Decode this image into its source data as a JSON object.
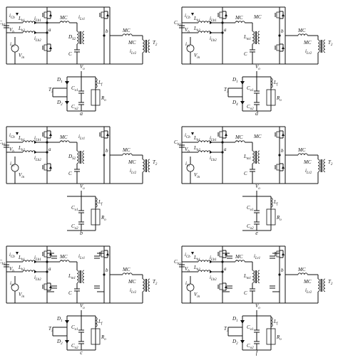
{
  "panels": [
    {
      "caption": "a",
      "top_labels": [
        "i_Cb",
        "C_b1",
        "V_b",
        "L_b1",
        "L_b2",
        "i_Lb1",
        "i_Lb2",
        "i_in",
        "C_S2",
        "MC",
        "i_Lr1",
        "S_2",
        "D_S2",
        "S_1",
        "D_S1",
        "i_S3",
        "L_m1",
        "C_r1",
        "T_1",
        "i_S4",
        "S_4",
        "D_S4",
        "MC",
        "L_r2",
        "i_Lr2",
        "L_m2",
        "C_r2",
        "T_2",
        "V_in"
      ],
      "bottom_labels": [
        "V_o",
        "D_1",
        "T_3",
        "D_2",
        "L_f",
        "C_o1",
        "R_o",
        "C_o2"
      ],
      "node_labels": [
        "a",
        "b"
      ]
    },
    {
      "caption": "b",
      "top_labels": [
        "i_Cb",
        "C_b1",
        "V_b",
        "L_b1",
        "L_b2",
        "i_Lb1",
        "i_Lb2",
        "i_in",
        "C_S2",
        "MC",
        "i_Lr1",
        "S_2",
        "D_S2",
        "L_m1",
        "C_r1",
        "T_1",
        "i_S3",
        "i_S4",
        "S_4",
        "D_S4",
        "MC",
        "L_r2",
        "i_Lr2",
        "L_m2",
        "C_r2",
        "T_2",
        "V_in"
      ],
      "bottom_labels": [
        "V_o",
        "L_f",
        "C_o1",
        "R_o",
        "C_o2"
      ],
      "node_labels": [
        "a",
        "b"
      ]
    },
    {
      "caption": "c",
      "top_labels": [
        "i_Cb",
        "C_b1",
        "V_b",
        "L_b1",
        "L_b2",
        "i_Lb1",
        "i_Lb2",
        "i_in",
        "C_S2",
        "MC",
        "i_Lr1",
        "C_S1",
        "L_m1",
        "C_r1",
        "T_1",
        "i_S3",
        "C_S4",
        "i_S4",
        "C_S3",
        "MC",
        "L_r2",
        "i_Lr2",
        "L_m2",
        "C_r2",
        "T_2",
        "V_in"
      ],
      "bottom_labels": [
        "V_o",
        "D_1",
        "T_3",
        "D_2",
        "L_f",
        "C_o1",
        "R_o",
        "C_o2"
      ],
      "node_labels": [
        "a",
        "b"
      ]
    },
    {
      "caption": "d",
      "top_labels": [
        "i_Cb",
        "C_b1",
        "V_b",
        "L_b1",
        "L_b2",
        "i_Lb1",
        "i_Lb2",
        "i_in",
        "S_2",
        "D_S2",
        "MC",
        "i_Lr1",
        "L_m1",
        "C_r1",
        "T_1",
        "S_3",
        "D_S3",
        "MC",
        "L_r2",
        "i_Lr2",
        "L_m2",
        "C_r2",
        "T_2",
        "V_in"
      ],
      "bottom_labels": [
        "V_o",
        "D_1",
        "T_3",
        "D_4",
        "T_4",
        "L_f",
        "C_o1",
        "R_o",
        "C_o2"
      ],
      "node_labels": [
        "a",
        "b"
      ]
    },
    {
      "caption": "e",
      "top_labels": [
        "i_Cb",
        "C_b1",
        "V_b",
        "L_b1",
        "L_b2",
        "i_Lb1",
        "i_Lb2",
        "i_in",
        "S_2",
        "D_S2",
        "MC",
        "i_Lr1",
        "L_m1",
        "C_r1",
        "T_1",
        "S_3",
        "D_S3",
        "MC",
        "L_r2",
        "i_Lr2",
        "L_m2",
        "C_r2",
        "T_2",
        "V_in"
      ],
      "bottom_labels": [
        "V_o",
        "L_f",
        "C_o1",
        "R_o",
        "C_o2"
      ],
      "node_labels": [
        "a",
        "b"
      ]
    },
    {
      "caption": "f",
      "top_labels": [
        "i_Cb",
        "C_b1",
        "V_b",
        "L_b1",
        "L_b2",
        "i_Lb1",
        "i_Lb2",
        "i_in",
        "C_S2",
        "MC",
        "i_Lr1",
        "C_S1",
        "L_m1",
        "C_r1",
        "T_1",
        "C_S4",
        "i_S4",
        "C_S3",
        "MC",
        "L_r2",
        "i_Lr2",
        "L_m2",
        "C_r2",
        "T_2",
        "V_in"
      ],
      "bottom_labels": [
        "V_o",
        "D_1",
        "T_3",
        "D_2",
        "L_f",
        "C_o1",
        "R_o",
        "C_o2"
      ],
      "node_labels": [
        "a",
        "b"
      ]
    }
  ]
}
